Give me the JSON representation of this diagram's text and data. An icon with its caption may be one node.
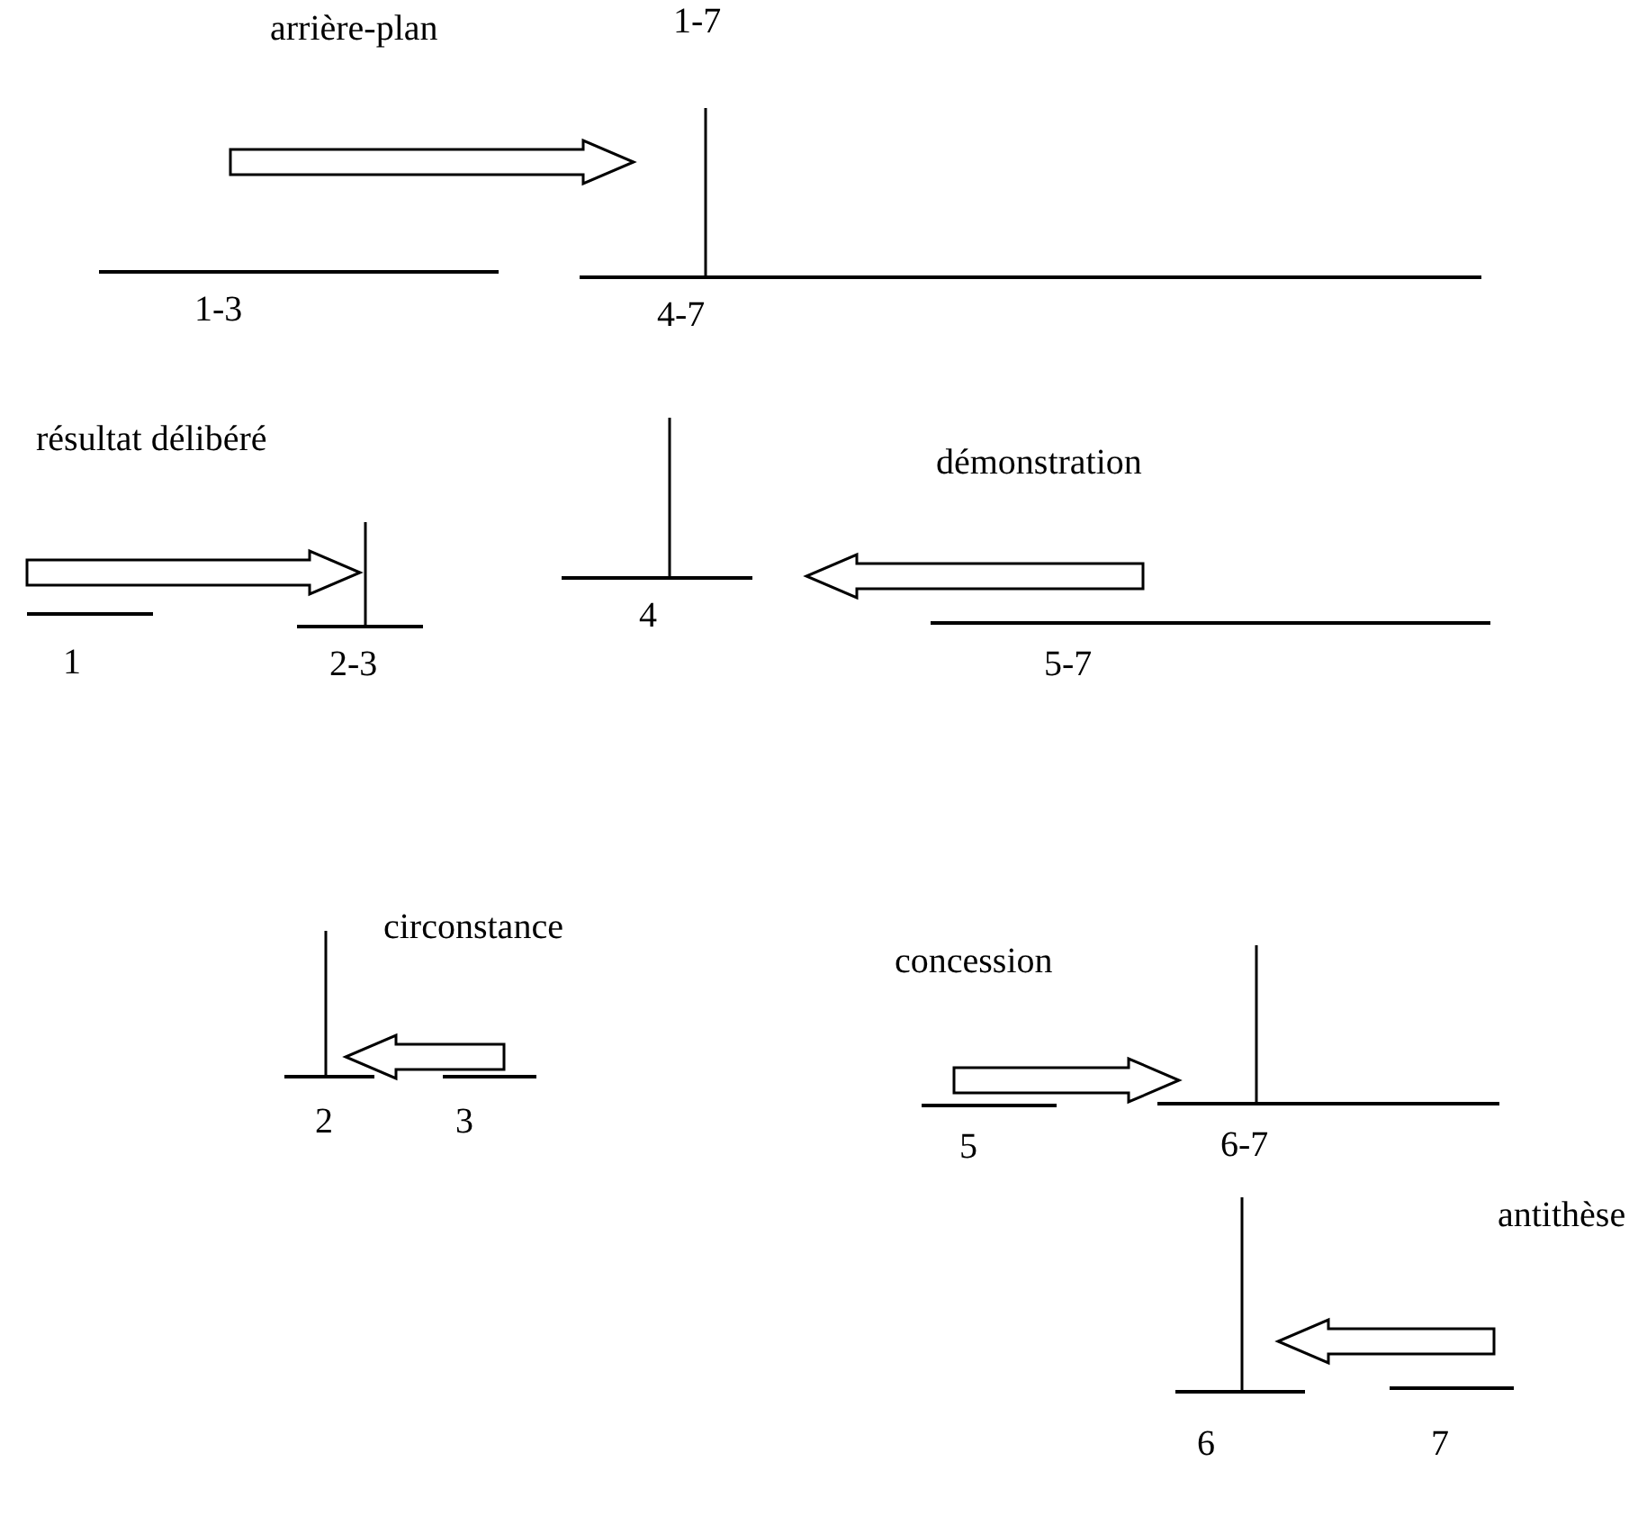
{
  "diagram": {
    "nodes": [
      {
        "text": [
          "1-7"
        ]
      },
      {
        "text": [
          "1-3"
        ]
      },
      {
        "text": [
          "4-7"
        ]
      },
      {
        "text": [
          "1"
        ]
      },
      {
        "text": [
          "2-3"
        ]
      },
      {
        "text": [
          "4"
        ]
      },
      {
        "text": [
          "5-7"
        ]
      },
      {
        "text": [
          "2"
        ]
      },
      {
        "text": [
          "3"
        ]
      },
      {
        "text": [
          "5"
        ]
      },
      {
        "text": [
          "6-7"
        ]
      },
      {
        "text": [
          "6"
        ]
      },
      {
        "text": [
          "7"
        ]
      }
    ],
    "edges": [
      {
        "from": 0,
        "to": 2,
        "arrow": "none"
      },
      {
        "from": 1,
        "to": 2,
        "arrow": "to",
        "label": "arrière-plan"
      },
      {
        "from": 3,
        "to": 4,
        "arrow": "to",
        "label": "résultat délibéré"
      },
      {
        "from": 6,
        "to": 5,
        "arrow": "to",
        "label": "démonstration"
      },
      {
        "from": 8,
        "to": 7,
        "arrow": "to",
        "label": "circonstance"
      },
      {
        "from": 9,
        "to": 10,
        "arrow": "to",
        "label": "concession"
      },
      {
        "from": 12,
        "to": 11,
        "arrow": "to",
        "label": "antithèse"
      }
    ]
  }
}
